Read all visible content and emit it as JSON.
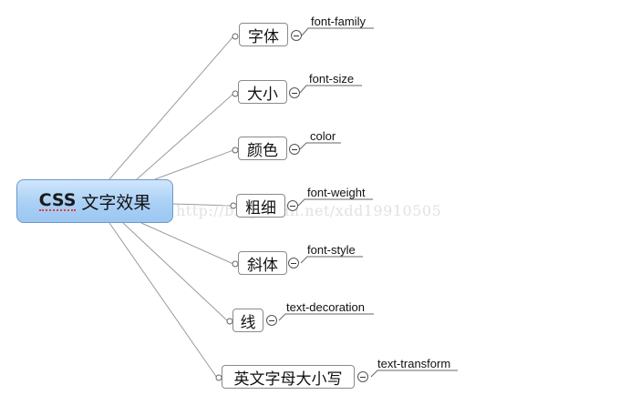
{
  "root": {
    "prefix": "CSS",
    "label": "文字效果"
  },
  "branches": [
    {
      "label": "字体",
      "leaf": "font-family"
    },
    {
      "label": "大小",
      "leaf": "font-size"
    },
    {
      "label": "颜色",
      "leaf": "color"
    },
    {
      "label": "粗细",
      "leaf": "font-weight"
    },
    {
      "label": "斜体",
      "leaf": "font-style"
    },
    {
      "label": "线",
      "leaf": "text-decoration"
    },
    {
      "label": "英文字母大小写",
      "leaf": "text-transform"
    }
  ],
  "watermark": "http://blog.csdn.net/xdd19910505",
  "colors": {
    "root_fill": "#a9d0f5",
    "root_border": "#6d98c8",
    "connector": "#9a9a9a",
    "node_border": "#8a8a8a"
  },
  "icons": {
    "collapse": "minus-circle-icon",
    "connector_end": "small-circle-icon"
  }
}
